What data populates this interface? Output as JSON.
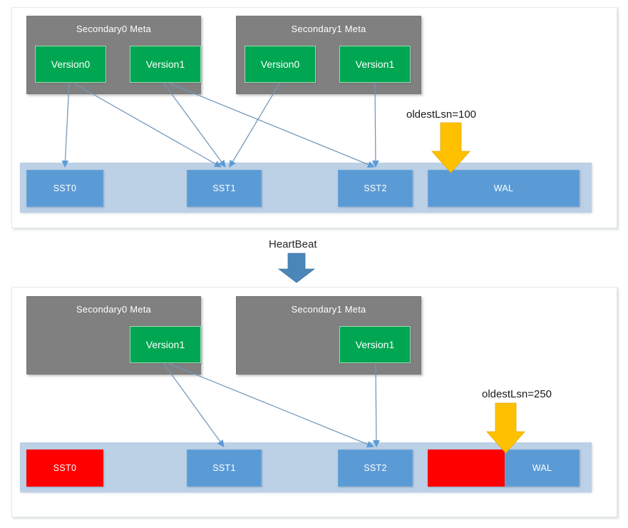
{
  "diagram": {
    "title_flow_label": "HeartBeat",
    "panels": [
      {
        "id": "before",
        "meta_boxes": [
          {
            "title": "Secondary0 Meta",
            "versions": [
              "Version0",
              "Version1"
            ]
          },
          {
            "title": "Secondary1 Meta",
            "versions": [
              "Version0",
              "Version1"
            ]
          }
        ],
        "storage_blocks": [
          {
            "label": "SST0",
            "state": "live"
          },
          {
            "label": "SST1",
            "state": "live"
          },
          {
            "label": "SST2",
            "state": "live"
          },
          {
            "label": "WAL",
            "state": "live"
          }
        ],
        "wal_truncated_label": "",
        "annotation": "oldestLsn=100",
        "edges": [
          {
            "from": "s0.Version0",
            "to": "SST0"
          },
          {
            "from": "s0.Version0",
            "to": "SST1"
          },
          {
            "from": "s0.Version1",
            "to": "SST1"
          },
          {
            "from": "s0.Version1",
            "to": "SST2"
          },
          {
            "from": "s1.Version0",
            "to": "SST1"
          },
          {
            "from": "s1.Version1",
            "to": "SST2"
          }
        ]
      },
      {
        "id": "after",
        "meta_boxes": [
          {
            "title": "Secondary0 Meta",
            "versions": [
              "Version1"
            ]
          },
          {
            "title": "Secondary1 Meta",
            "versions": [
              "Version1"
            ]
          }
        ],
        "storage_blocks": [
          {
            "label": "SST0",
            "state": "reclaimed"
          },
          {
            "label": "SST1",
            "state": "live"
          },
          {
            "label": "SST2",
            "state": "live"
          },
          {
            "label": "WAL",
            "state": "live"
          }
        ],
        "wal_truncated_label": "",
        "annotation": "oldestLsn=250",
        "edges": [
          {
            "from": "s0.Version1",
            "to": "SST1"
          },
          {
            "from": "s0.Version1",
            "to": "SST2"
          },
          {
            "from": "s1.Version1",
            "to": "SST2"
          }
        ]
      }
    ],
    "colors": {
      "meta_grey": "#808080",
      "version_green": "#00a651",
      "block_blue": "#5b9bd5",
      "band_blue": "#bcd0e6",
      "reclaimed_red": "#ff0000",
      "annotation_arrow_yellow": "#ffc000",
      "flow_arrow_blue": "#4a86b8",
      "edge_line_blue": "#6b9bc3"
    }
  }
}
